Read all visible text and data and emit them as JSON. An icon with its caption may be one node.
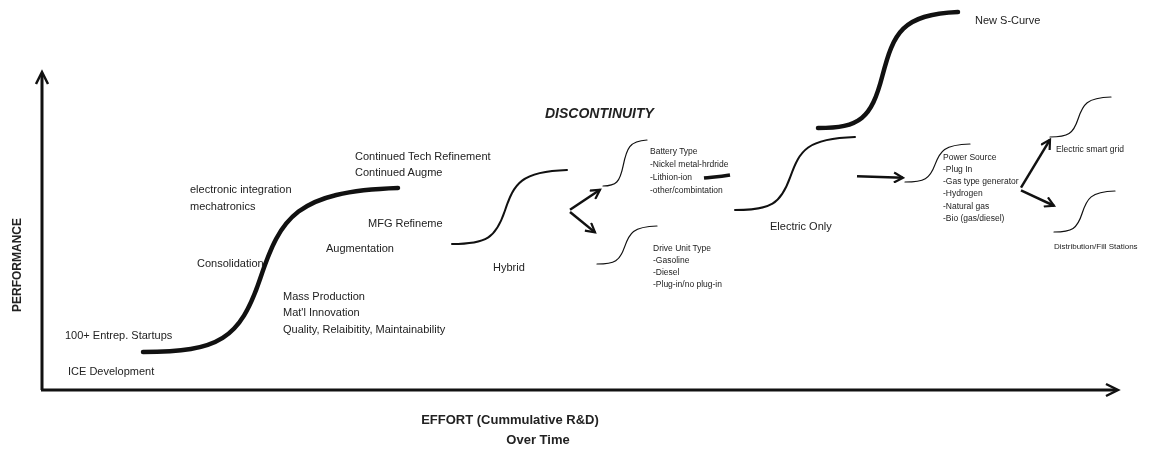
{
  "diagram": {
    "nodes": [
      {
        "text": [],
        "shape": "curve"
      },
      {
        "text": [
          "Hybrid"
        ]
      },
      {
        "text": [
          "Battery Type",
          "-Nickel metal-hrdride",
          "-Lithion-ion",
          "-other/combintation"
        ]
      },
      {
        "text": [
          "Drive Unit Type",
          "-Gasoline",
          "-Diesel",
          "-Plug-in/no plug-in"
        ]
      },
      {
        "text": [
          "Electric Only"
        ]
      },
      {
        "text": [
          "New S-Curve"
        ]
      },
      {
        "text": [
          "Power Source",
          "-Plug In",
          "-Gas type generator",
          "-Hydrogen",
          "-Natural gas",
          "-Bio (gas/diesel)"
        ]
      },
      {
        "text": [
          "Electric smart grid"
        ]
      },
      {
        "text": [
          "Distribution/Fill Stations"
        ]
      }
    ],
    "edges": [
      {
        "from": 1,
        "to": 2,
        "arrow": "to"
      },
      {
        "from": 1,
        "to": 3,
        "arrow": "to"
      },
      {
        "from": 4,
        "to": 6,
        "arrow": "to"
      },
      {
        "from": 6,
        "to": 7,
        "arrow": "to"
      },
      {
        "from": 6,
        "to": 8,
        "arrow": "to"
      }
    ],
    "labels": [
      "DISCONTINUITY",
      "Continued Tech Refinement",
      "Continued Augme",
      "electronic integration mechatronics",
      "MFG Refineme",
      "Augmentation",
      "Consolidation",
      "Mass Production",
      "Mat'l  Innovation",
      "Quality, Relaibitity, Maintainability",
      "100+  Entrep. Startups",
      "ICE Development",
      "PERFORMANCE",
      "EFFORT (Cummulative R&D)",
      "Over Time"
    ]
  }
}
